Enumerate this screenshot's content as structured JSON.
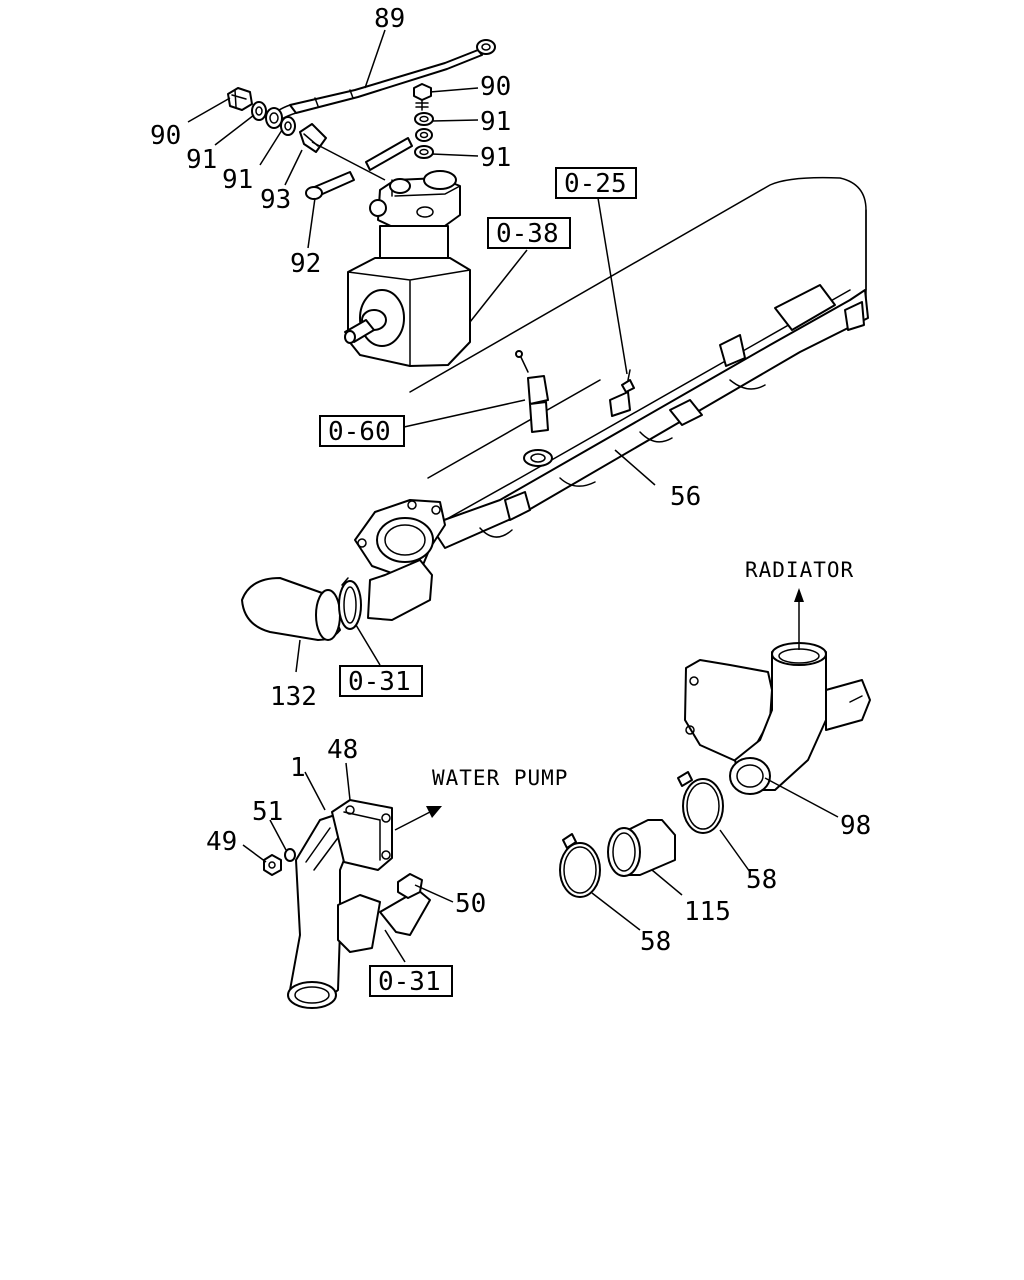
{
  "diagram": {
    "part_numbers": {
      "p1": "1",
      "p48": "48",
      "p49": "49",
      "p50": "50",
      "p51": "51",
      "p56": "56",
      "p58a": "58",
      "p58b": "58",
      "p89": "89",
      "p90a": "90",
      "p90b": "90",
      "p91a": "91",
      "p91b": "91",
      "p91c": "91",
      "p91d": "91",
      "p92": "92",
      "p93": "93",
      "p98": "98",
      "p115": "115",
      "p132": "132"
    },
    "references": {
      "r025": "0-25",
      "r038": "0-38",
      "r060": "0-60",
      "r031a": "0-31",
      "r031b": "0-31"
    },
    "directions": {
      "radiator": "RADIATOR",
      "water_pump": "WATER PUMP"
    },
    "colors": {
      "line": "#000000",
      "background": "#ffffff"
    }
  }
}
